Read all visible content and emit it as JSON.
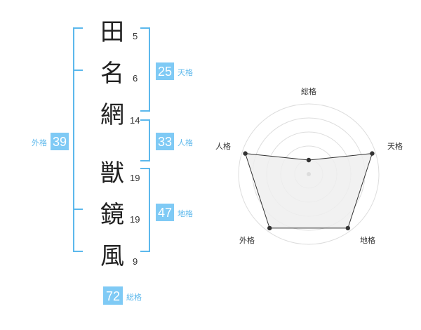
{
  "characters": [
    {
      "char": "田",
      "strokes": "5"
    },
    {
      "char": "名",
      "strokes": "6"
    },
    {
      "char": "網",
      "strokes": "14"
    },
    {
      "char": "獣",
      "strokes": "19"
    },
    {
      "char": "鏡",
      "strokes": "19"
    },
    {
      "char": "風",
      "strokes": "9"
    }
  ],
  "kaku": {
    "tenkaku": {
      "value": "25",
      "label": "天格"
    },
    "jinkaku": {
      "value": "33",
      "label": "人格"
    },
    "chikaku": {
      "value": "47",
      "label": "地格"
    },
    "gaikaku": {
      "value": "39",
      "label": "外格"
    },
    "soukaku": {
      "value": "72",
      "label": "総格"
    }
  },
  "colors": {
    "accent": "#5cb8ec",
    "box_fill": "#7fcaf5",
    "text": "#222222",
    "radar_fill": "#efefef",
    "ring": "#dddddd"
  },
  "chart_data": {
    "type": "radar",
    "axes": [
      "総格",
      "天格",
      "地格",
      "外格",
      "人格"
    ],
    "values": [
      0.2,
      0.95,
      0.95,
      0.95,
      0.95
    ],
    "rings": 5
  }
}
